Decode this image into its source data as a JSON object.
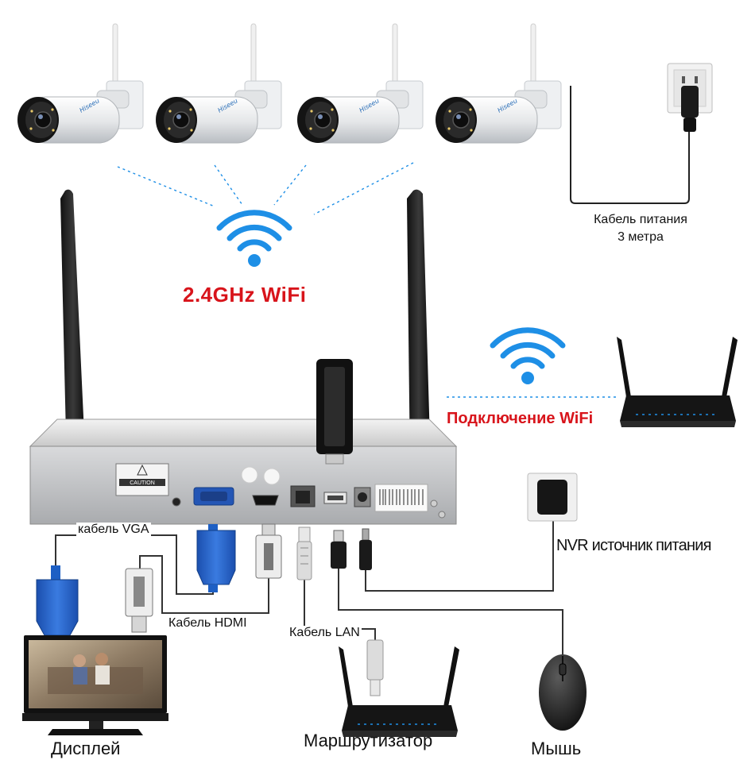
{
  "labels": {
    "wifi_band": "2.4GHz WiFi",
    "wifi_connection": "Подключение WiFi",
    "power_cable_line1": "Кабель питания",
    "power_cable_line2": "3 метра",
    "vga_cable": "кабель VGA",
    "hdmi_cable": "Кабель HDMI",
    "lan_cable": "Кабель LAN",
    "nvr_power": "NVR источник питания",
    "display": "Дисплей",
    "router": "Маршрутизатор",
    "mouse": "Мышь"
  },
  "nvr": {
    "caution": "CAUTION"
  },
  "colors": {
    "wifi_blue": "#1e8fe6",
    "label_red": "#d8141b",
    "cable": "#333333",
    "vga_blue": "#1d5fc4"
  },
  "icons": [
    "bullet-camera",
    "wifi-signal",
    "wall-outlet",
    "wifi-router",
    "nvr-recorder",
    "power-adapter",
    "vga-connector",
    "hdmi-connector",
    "rj45-connector",
    "usb-connector",
    "dc-plug",
    "monitor",
    "computer-mouse",
    "antenna"
  ]
}
